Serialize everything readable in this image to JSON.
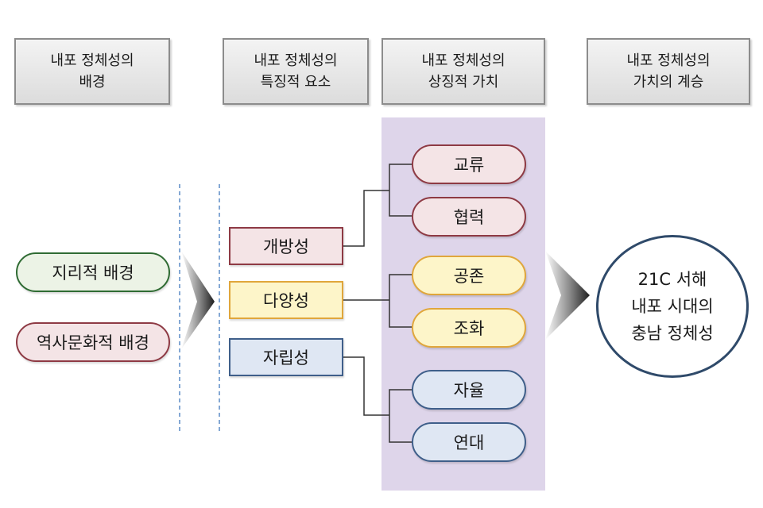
{
  "headers": [
    {
      "line1": "내포 정체성의",
      "line2": "배경"
    },
    {
      "line1": "내포 정체성의",
      "line2": "특징적 요소"
    },
    {
      "line1": "내포 정체성의",
      "line2": "상징적 가치"
    },
    {
      "line1": "내포 정체성의",
      "line2": "가치의 계승"
    }
  ],
  "backgrounds": [
    "지리적 배경",
    "역사문화적 배경"
  ],
  "elements": [
    "개방성",
    "다양성",
    "자립성"
  ],
  "values": [
    "교류",
    "협력",
    "공존",
    "조화",
    "자율",
    "연대"
  ],
  "result": {
    "line1": "21C 서해",
    "line2": "내포 시대의",
    "line3": "충남 정체성"
  },
  "colors": {
    "green": "#2f6b33",
    "red": "#8e3a44",
    "yellow": "#e0a63b",
    "blue": "#3f5f8a",
    "column_bg": "#ded5ea",
    "circle": "#2f4a6a"
  }
}
